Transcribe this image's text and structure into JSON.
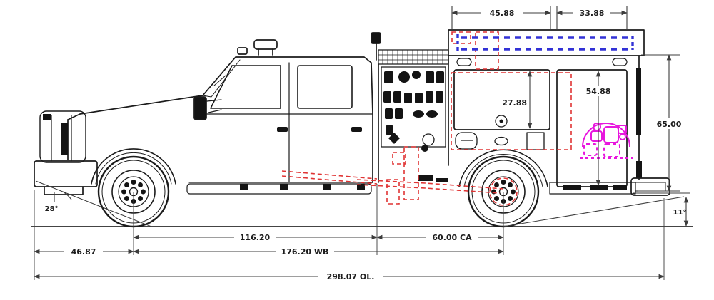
{
  "drawing": {
    "description": "Side elevation engineering drawing of a crew-cab wildland fire apparatus with dimension callouts",
    "colors": {
      "outline": "#1b1b1b",
      "dimension_lines": "#3c3c3c",
      "hidden_red": "#e03434",
      "hidden_blue": "#3232d6",
      "equipment_magenta": "#e816de",
      "background": "#ffffff"
    },
    "dimensions": {
      "hosebed_length": "45.88",
      "rear_compartment_length": "33.88",
      "body_height": "65.00",
      "compartment_opening_height": "27.88",
      "rear_compartment_height": "54.88",
      "approach_angle": "28°",
      "departure_angle": "11°",
      "front_axle_to_cab": "116.20",
      "cab_to_axle": "60.00 CA",
      "front_overhang": "46.87",
      "wheelbase": "176.20 WB",
      "overall_length": "298.07 OL."
    }
  }
}
